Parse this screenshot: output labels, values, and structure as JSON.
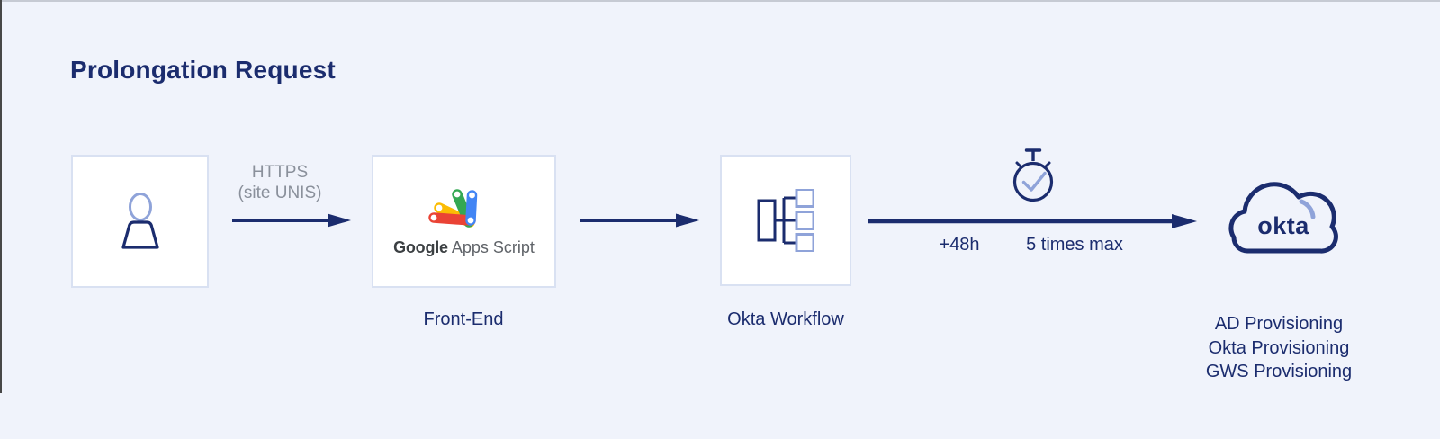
{
  "title": "Prolongation Request",
  "colors": {
    "background": "#F0F3FB",
    "navy": "#1B2C6E",
    "light_blue": "#8FA3D9",
    "gray_label": "#8A909B",
    "box_border": "#D9E1F2",
    "box_bg": "#FFFFFF",
    "google_red": "#EA4335",
    "google_yellow": "#FBBC04",
    "google_green": "#34A853",
    "google_blue": "#4285F4",
    "google_text_dark": "#3C4043",
    "google_text_gray": "#5F6368"
  },
  "flow": {
    "request_arrow": {
      "label_line1": "HTTPS",
      "label_line2": "(site UNIS)"
    },
    "front_end": {
      "logo_text_bold": "Google",
      "logo_text_light": "Apps Script",
      "caption": "Front-End"
    },
    "workflow": {
      "caption": "Okta Workflow"
    },
    "timer_arrow": {
      "label_delay": "+48h",
      "label_limit": "5 times max"
    },
    "okta_cloud": {
      "logo_text": "okta",
      "caption_lines": [
        "AD Provisioning",
        "Okta Provisioning",
        "GWS Provisioning"
      ]
    }
  }
}
